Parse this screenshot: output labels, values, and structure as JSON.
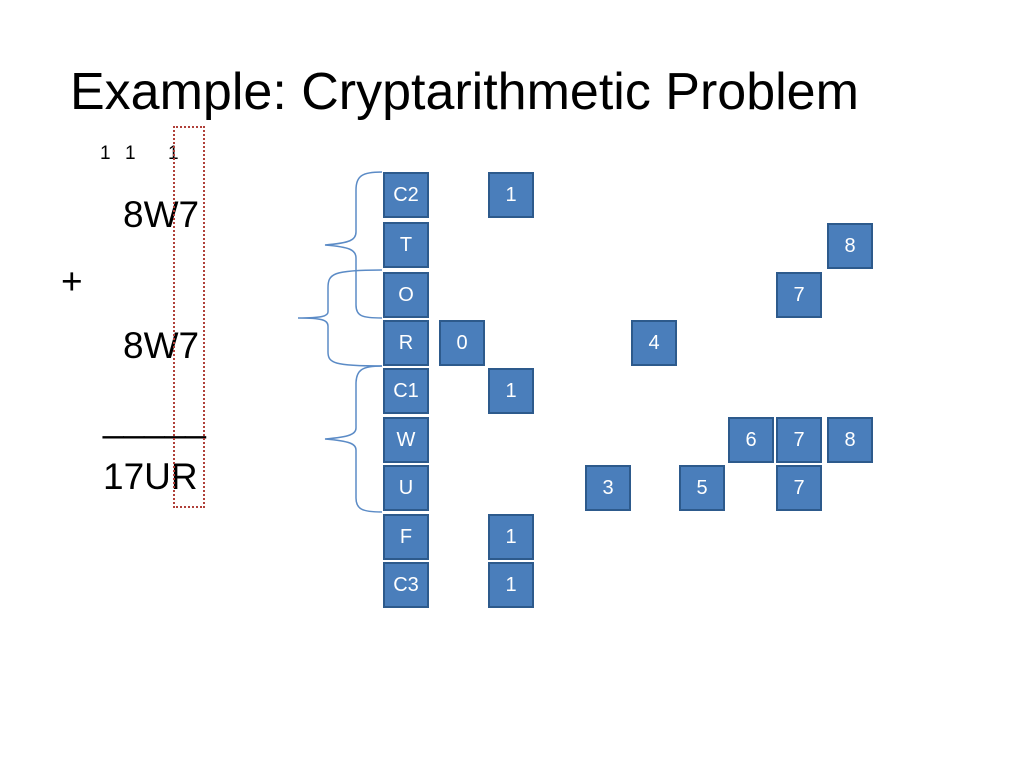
{
  "title": "Example: Cryptarithmetic Problem",
  "problem": {
    "carries": [
      "1",
      "1",
      "1"
    ],
    "addend1": "8W7",
    "operator": "+",
    "addend2": "8W7",
    "rule": "_____",
    "result": "17UR"
  },
  "variables": [
    "C2",
    "T",
    "O",
    "R",
    "C1",
    "W",
    "U",
    "F",
    "C3"
  ],
  "domain_values": {
    "C2": [
      "1"
    ],
    "T": [
      "8"
    ],
    "O": [
      "7"
    ],
    "R": [
      "0",
      "4"
    ],
    "C1": [
      "1"
    ],
    "W": [
      "6",
      "7",
      "8"
    ],
    "U": [
      "3",
      "5",
      "7"
    ],
    "F": [
      "1"
    ],
    "C3": [
      "1"
    ]
  },
  "colors": {
    "box_fill": "#4a7ebb",
    "box_border": "#2d5a8c",
    "highlight": "#b0403a"
  }
}
